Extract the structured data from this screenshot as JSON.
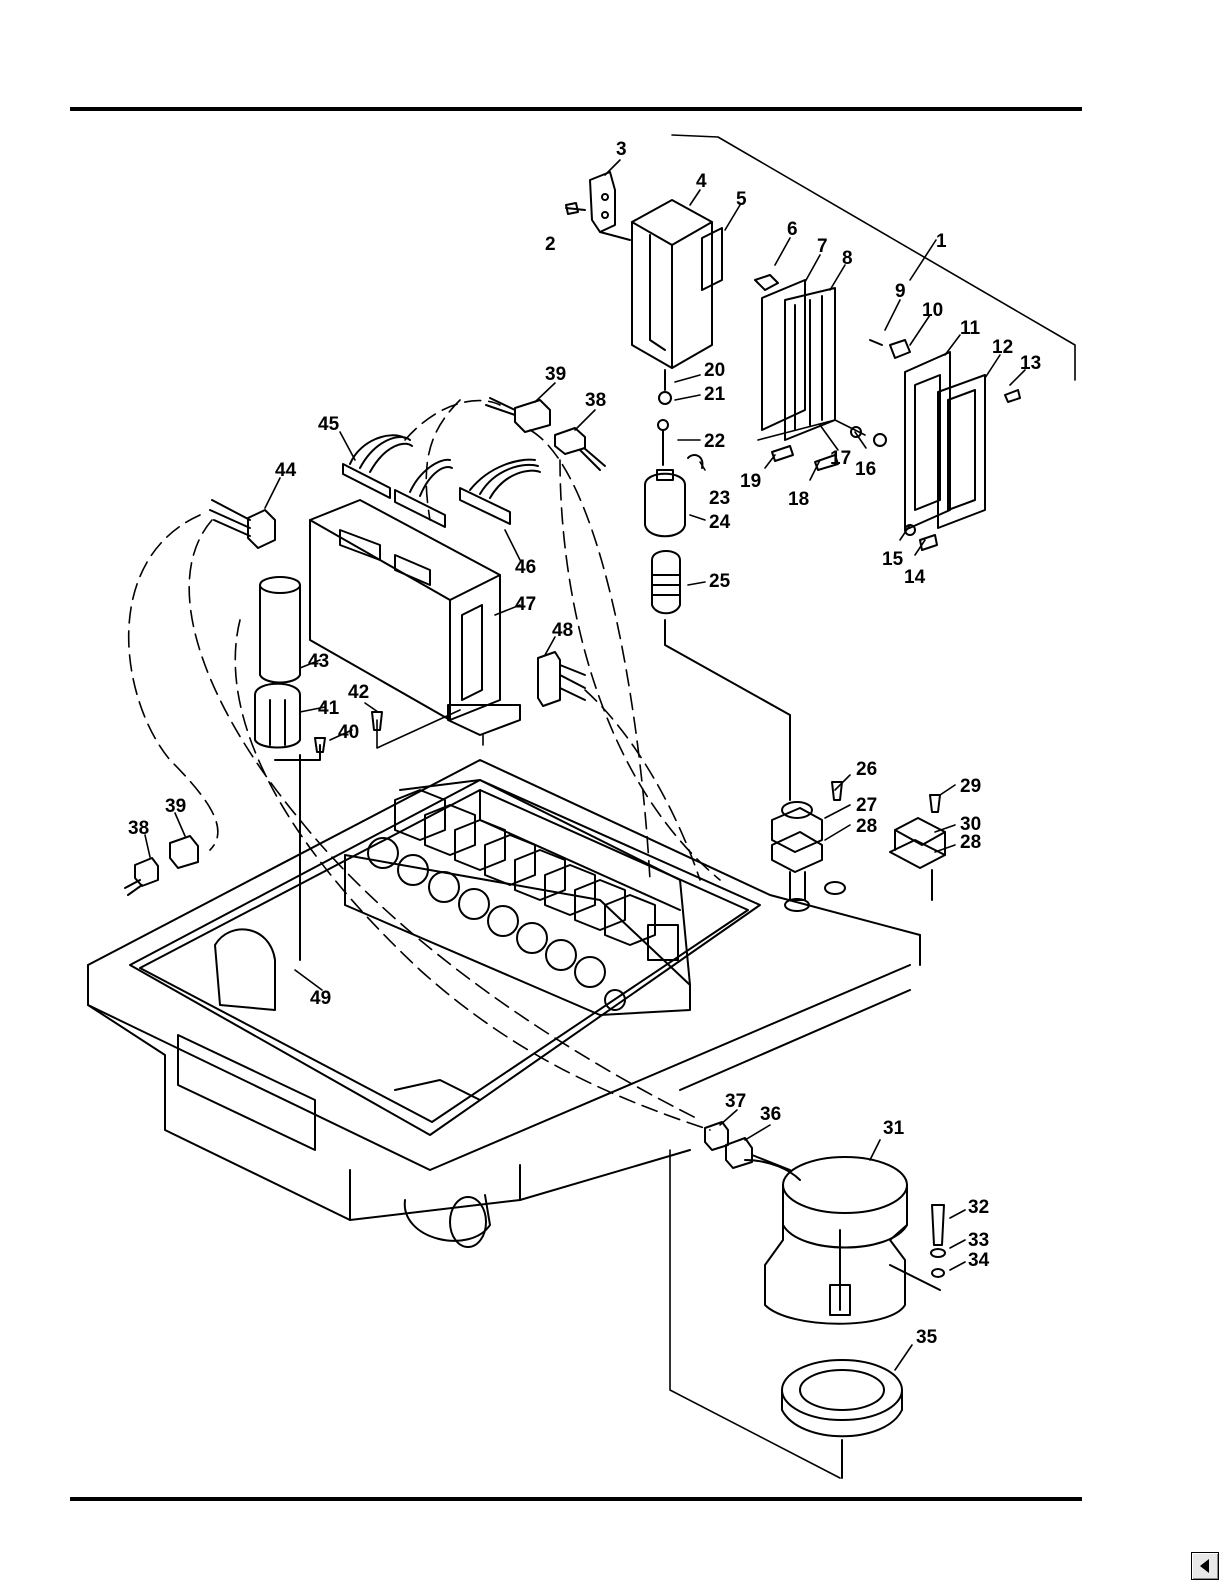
{
  "callouts": [
    "1",
    "2",
    "3",
    "4",
    "5",
    "6",
    "7",
    "8",
    "9",
    "10",
    "11",
    "12",
    "13",
    "14",
    "15",
    "16",
    "17",
    "18",
    "19",
    "20",
    "21",
    "22",
    "23",
    "24",
    "25",
    "26",
    "27",
    "28",
    "28",
    "29",
    "30",
    "31",
    "32",
    "33",
    "34",
    "35",
    "36",
    "37",
    "38",
    "38",
    "39",
    "39",
    "40",
    "41",
    "42",
    "43",
    "44",
    "45",
    "46",
    "47",
    "48",
    "49"
  ],
  "nav": {
    "back_icon": "triangle-left-icon"
  },
  "colors": {
    "line": "#000000",
    "background": "#ffffff"
  }
}
